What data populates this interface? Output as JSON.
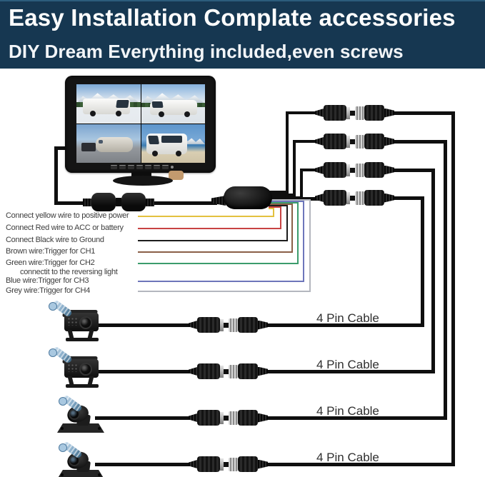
{
  "header": {
    "title": "Easy Installation Complate accessories",
    "subtitle": "DIY Dream Everything included,even screws",
    "bg_color": "#163751",
    "text_color": "#ffffff"
  },
  "monitor": {
    "screen_views": [
      "rv-in-snowy-mountains",
      "camper-van-in-snowy-mountains",
      "truck-towing-trailer-on-coast-road",
      "camper-van-on-beach"
    ],
    "button_count": 7
  },
  "wire_labels": [
    {
      "name": "yellow",
      "text": "Connect yellow wire to positive power",
      "color": "#e3c13f"
    },
    {
      "name": "red",
      "text": "Connect Red wire to ACC or battery",
      "color": "#c84343"
    },
    {
      "name": "black",
      "text": "Connect Black wire to Ground",
      "color": "#1c1c1c"
    },
    {
      "name": "brown",
      "text": "Brown wire:Trigger for CH1",
      "color": "#8a5f47"
    },
    {
      "name": "green",
      "text": "Green wire:Trigger for CH2",
      "text2": "connectit to the reversing light",
      "color": "#3c9c6c"
    },
    {
      "name": "blue",
      "text": "Blue wire:Trigger for CH3",
      "color": "#6d76ba"
    },
    {
      "name": "grey",
      "text": "Grey wire:Trigger for CH4",
      "color": "#b4b7bf"
    }
  ],
  "cable_labels": [
    "4 Pin Cable",
    "4 Pin Cable",
    "4 Pin Cable",
    "4 Pin Cable"
  ]
}
